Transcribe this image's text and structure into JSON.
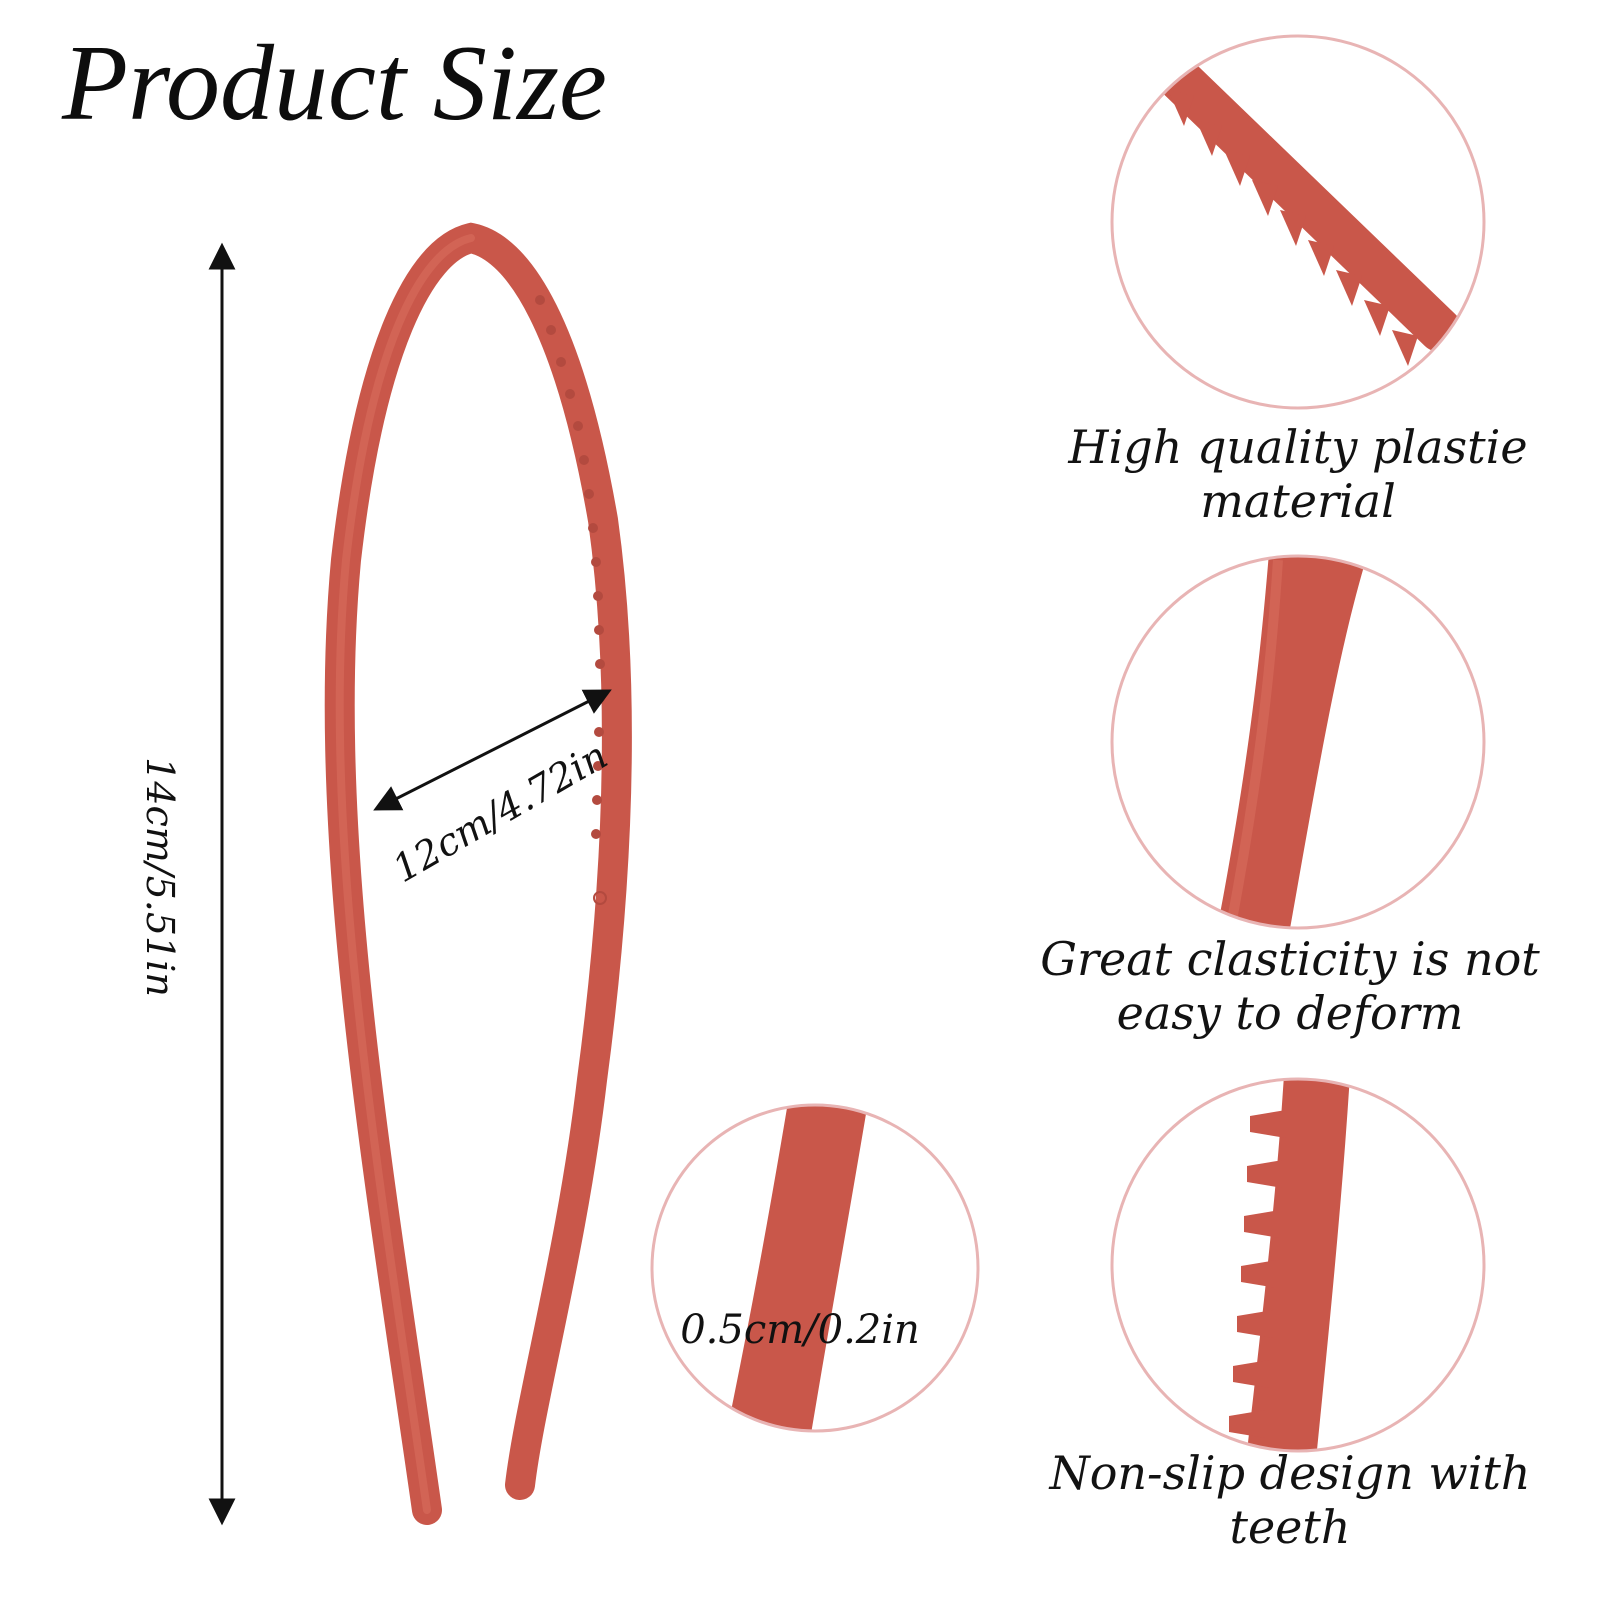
{
  "title": "Product Size",
  "colors": {
    "band": "#c9574a",
    "band_shade": "#b34a3f",
    "band_light": "#d86c5e",
    "circle_border": "#e8b4b4",
    "text": "#111111"
  },
  "dimensions": {
    "height": "14cm/5.51in",
    "width": "12cm/4.72in",
    "thickness": "0.5cm/0.2in"
  },
  "features": [
    {
      "caption": "High quality plastie material",
      "icon": "headband-teeth-closeup"
    },
    {
      "caption": "Great clasticity is not easy to deform",
      "icon": "headband-band-closeup"
    },
    {
      "caption": "Non-slip design with teeth",
      "icon": "headband-teeth-side-closeup"
    }
  ]
}
